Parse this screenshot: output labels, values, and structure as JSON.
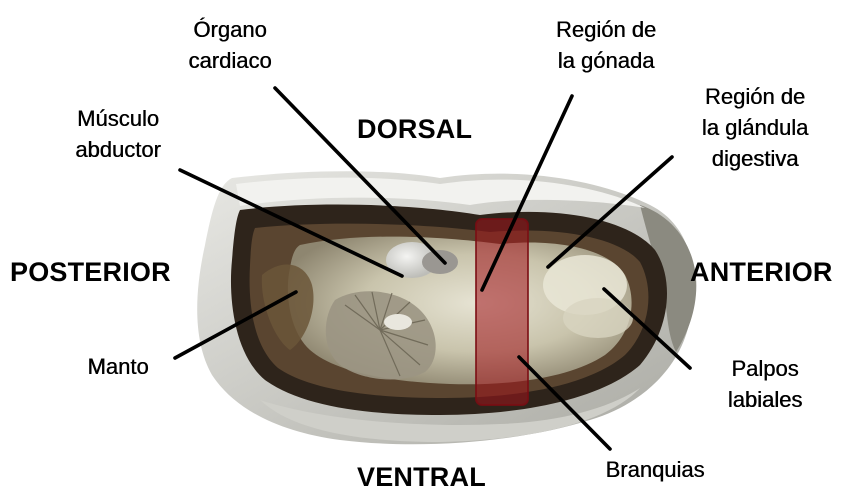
{
  "directions": {
    "dorsal": "DORSAL",
    "ventral": "VENTRAL",
    "posterior": "POSTERIOR",
    "anterior": "ANTERIOR"
  },
  "labels": {
    "organo_cardiaco": [
      "Órgano",
      "cardiaco"
    ],
    "musculo_abductor": [
      "Músculo",
      "abductor"
    ],
    "region_gonada": [
      "Región de",
      "la gónada"
    ],
    "region_glandula": [
      "Región de",
      "la glándula",
      "digestiva"
    ],
    "manto": [
      "Manto"
    ],
    "palpos_labiales": [
      "Palpos",
      "labiales"
    ],
    "branquias": [
      "Branquias"
    ]
  },
  "colors": {
    "shell_outer": "#cfd0cc",
    "shell_dark": "#2b2017",
    "flesh": "#d6d2bf",
    "gonad_highlight": "#a0141c",
    "leader_line": "#000000"
  }
}
